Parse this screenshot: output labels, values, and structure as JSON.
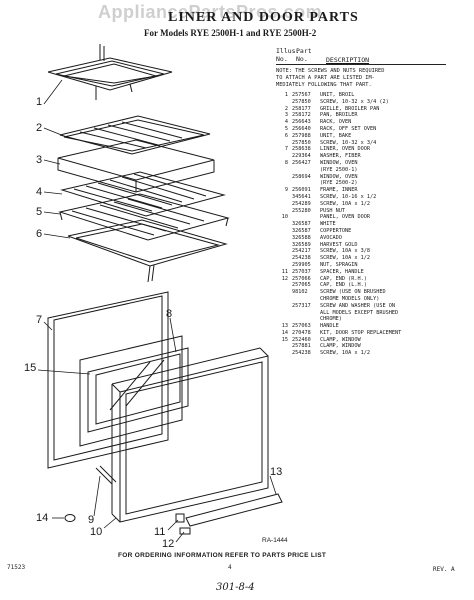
{
  "watermark": "AppliancePartsPros.com",
  "title": "LINER AND DOOR PARTS",
  "subtitle": "For Models RYE 2500H-1 and RYE 2500H-2",
  "columns": {
    "illus": "Illus. No.",
    "part": "Part No.",
    "description": "DESCRIPTION"
  },
  "note": "NOTE: THE SCREWS AND NUTS REQUIRED\nTO ATTACH A PART ARE LISTED IM-\nMEDIATELY FOLLOWING THAT PART.",
  "parts": [
    {
      "illus": "1",
      "part": "257567",
      "desc": "UNIT, BROIL"
    },
    {
      "illus": "",
      "part": "257850",
      "desc": "SCREW, 10-32 x 3/4 (2)"
    },
    {
      "illus": "2",
      "part": "258177",
      "desc": "GRILLE, BROILER PAN"
    },
    {
      "illus": "3",
      "part": "258172",
      "desc": "PAN, BROILER"
    },
    {
      "illus": "4",
      "part": "256643",
      "desc": "RACK, OVEN"
    },
    {
      "illus": "5",
      "part": "256640",
      "desc": "RACK, OFF SET OVEN"
    },
    {
      "illus": "6",
      "part": "257988",
      "desc": "UNIT, BAKE"
    },
    {
      "illus": "",
      "part": "257850",
      "desc": "SCREW, 10-32 x 3/4"
    },
    {
      "illus": "7",
      "part": "258638",
      "desc": "LINER, OVEN DOOR"
    },
    {
      "illus": "",
      "part": "229364",
      "desc": "WASHER, FIBER"
    },
    {
      "illus": "8",
      "part": "256427",
      "desc": "WINDOW, OVEN\n(RYE 2500-1)"
    },
    {
      "illus": "",
      "part": "258694",
      "desc": "WINDOW, OVEN\n(RYE 2500-2)"
    },
    {
      "illus": "9",
      "part": "256091",
      "desc": "FRAME, INNER"
    },
    {
      "illus": "",
      "part": "345641",
      "desc": "SCREW, 10-16 x 1/2"
    },
    {
      "illus": "",
      "part": "254289",
      "desc": "SCREW, 10A x 1/2"
    },
    {
      "illus": "",
      "part": "255280",
      "desc": "PUSH NUT"
    },
    {
      "illus": "10",
      "part": "",
      "desc": "PANEL, OVEN DOOR"
    },
    {
      "illus": "",
      "part": "326587",
      "desc": "WHITE"
    },
    {
      "illus": "",
      "part": "326587",
      "desc": "COPPERTONE"
    },
    {
      "illus": "",
      "part": "326588",
      "desc": "AVOCADO"
    },
    {
      "illus": "",
      "part": "326589",
      "desc": "HARVEST GOLD"
    },
    {
      "illus": "",
      "part": "254217",
      "desc": "SCREW, 10A x 3/8"
    },
    {
      "illus": "",
      "part": "254238",
      "desc": "SCREW, 10A x 1/2"
    },
    {
      "illus": "",
      "part": "259905",
      "desc": "NUT, SPRAGIN"
    },
    {
      "illus": "11",
      "part": "257037",
      "desc": "SPACER, HANDLE"
    },
    {
      "illus": "12",
      "part": "257066",
      "desc": "CAP, END (R.H.)"
    },
    {
      "illus": "",
      "part": "257065",
      "desc": "CAP, END (L.H.)"
    },
    {
      "illus": "",
      "part": "98102",
      "desc": "SCREW (USE ON BRUSHED\nCHROME MODELS ONLY)"
    },
    {
      "illus": "",
      "part": "257317",
      "desc": "SCREW AND WASHER (USE ON\nALL MODELS EXCEPT BRUSHED\nCHROME)"
    },
    {
      "illus": "13",
      "part": "257063",
      "desc": "HANDLE"
    },
    {
      "illus": "14",
      "part": "270478",
      "desc": "KIT, DOOR STOP REPLACEMENT"
    },
    {
      "illus": "15",
      "part": "252460",
      "desc": "CLAMP, WINDOW"
    },
    {
      "illus": "",
      "part": "257881",
      "desc": "CLAMP, WINDOW"
    },
    {
      "illus": "",
      "part": "254238",
      "desc": "SCREW, 10A x 1/2"
    }
  ],
  "callouts": [
    "1",
    "2",
    "3",
    "4",
    "5",
    "6",
    "7",
    "8",
    "9",
    "10",
    "11",
    "12",
    "13",
    "14",
    "15"
  ],
  "figure_code": "RA-1444",
  "footer": "FOR ORDERING INFORMATION REFER TO PARTS PRICE LIST",
  "doc_code": "71523",
  "page_number": "4",
  "revision": "REV. A",
  "handwritten": "301-8-4"
}
